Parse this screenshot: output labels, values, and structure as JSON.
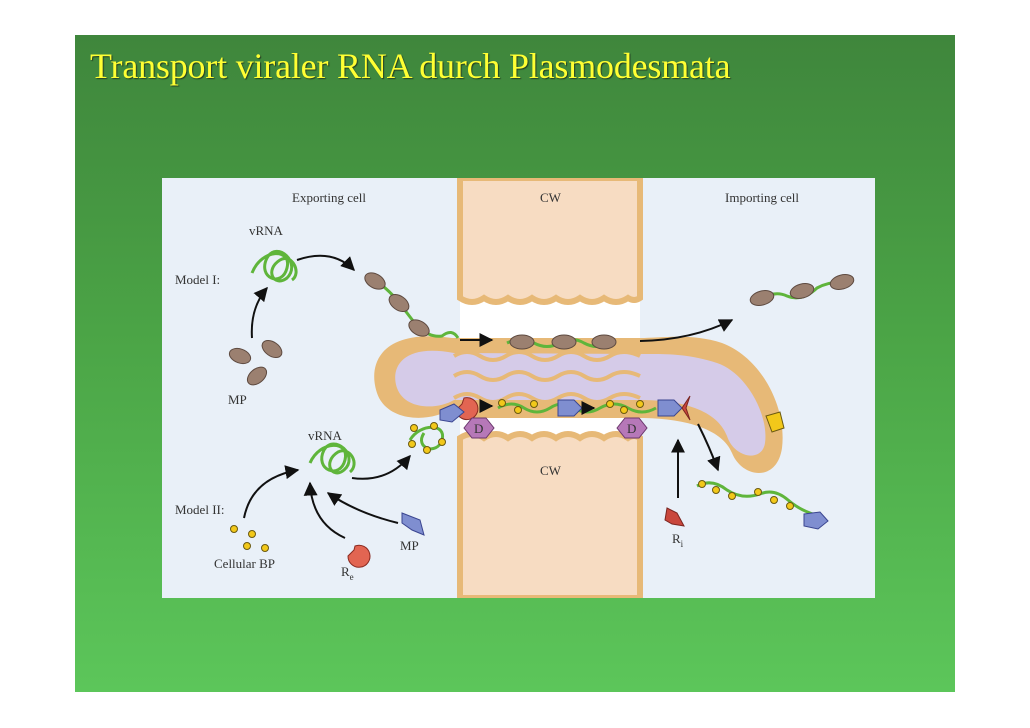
{
  "slide": {
    "title": "Transport viraler RNA durch Plasmodesmata"
  },
  "figure": {
    "labels": {
      "exporting_cell": "Exporting cell",
      "cw_top": "CW",
      "importing_cell": "Importing cell",
      "vrna_1": "vRNA",
      "model_1": "Model I:",
      "mp_1": "MP",
      "vrna_2": "vRNA",
      "cw_bottom": "CW",
      "model_2": "Model II:",
      "mp_2": "MP",
      "cellular_bp": "Cellular BP",
      "r_e": "R",
      "r_e_sub": "e",
      "r_i": "R",
      "r_i_sub": "i",
      "d_left": "D",
      "d_right": "D"
    },
    "colors": {
      "slide_top": "#3f863c",
      "slide_bottom": "#5cc65a",
      "title": "#ffff33",
      "cell_bg": "#e9f0f8",
      "cell_wall": "#f7dcc2",
      "membrane": "#e7b977",
      "desmotubule": "#d5cbe8",
      "rna": "#5fb53b",
      "movement_protein": "#9b8070",
      "binding_protein": "#f2c81a",
      "receptor_re": "#e26552",
      "receptor_ri": "#c9473c",
      "mp_model2": "#7f8ed0",
      "d_protein": "#b678b8"
    }
  }
}
